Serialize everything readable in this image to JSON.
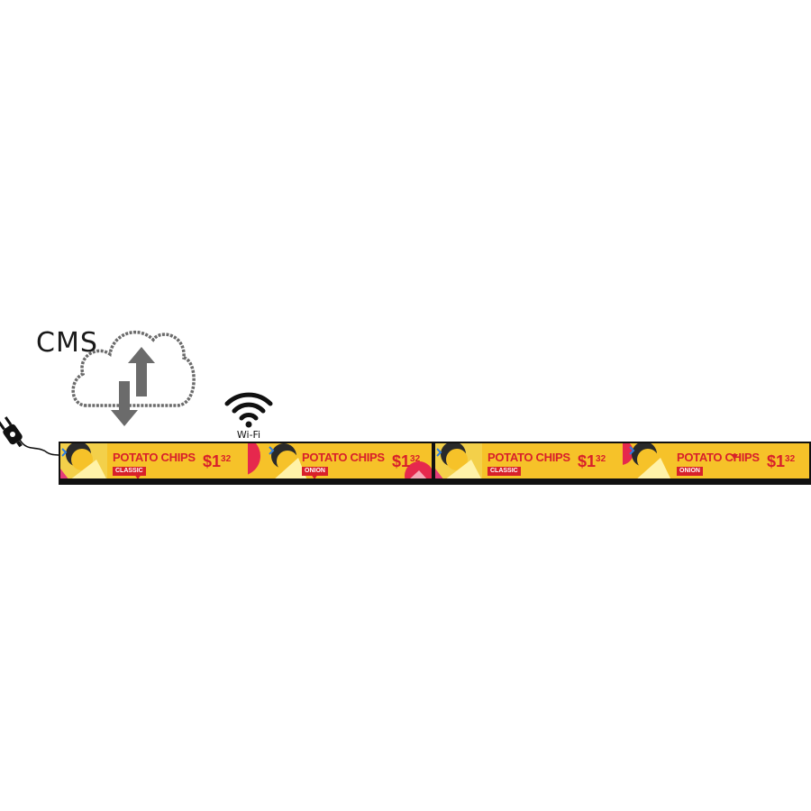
{
  "cms": {
    "label": "CMS"
  },
  "wifi": {
    "label": "Wi-Fi"
  },
  "icons": [
    "cloud-sync-icon",
    "power-plug-icon",
    "wifi-icon"
  ],
  "colors": {
    "banner_bg": "#f6c229",
    "accent_red": "#d8202a",
    "cloud_gray": "#6b6b6b",
    "frame": "#111111"
  },
  "displays": [
    {
      "ads": [
        {
          "title": "POTATO CHIPS",
          "flavor": "CLASSIC",
          "price_main": "$1",
          "price_cents": "32"
        },
        {
          "title": "POTATO CHIPS",
          "flavor": "ONION",
          "price_main": "$1",
          "price_cents": "32"
        }
      ]
    },
    {
      "ads": [
        {
          "title": "POTATO CHIPS",
          "flavor": "CLASSIC",
          "price_main": "$1",
          "price_cents": "32"
        },
        {
          "title": "POTATO CHIPS",
          "flavor": "ONION",
          "price_main": "$1",
          "price_cents": "32"
        }
      ]
    }
  ]
}
